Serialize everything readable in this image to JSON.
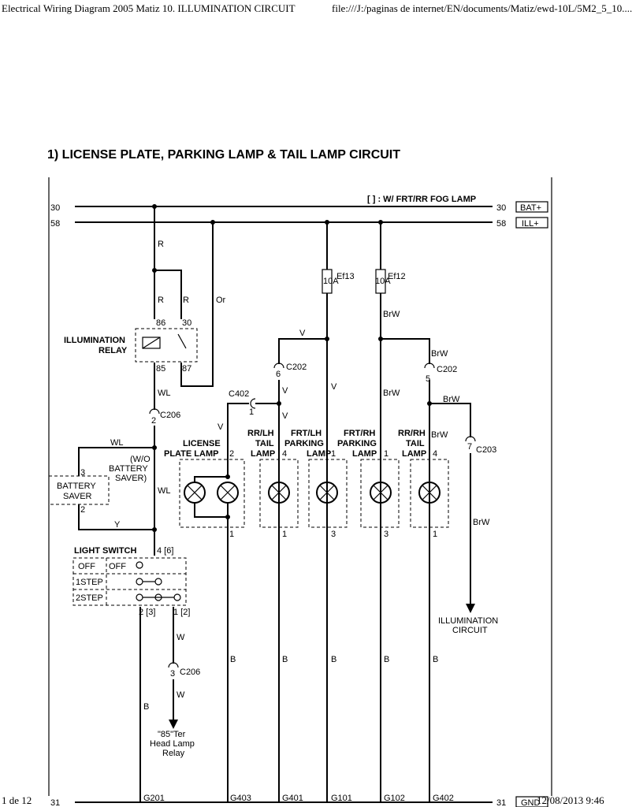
{
  "header": {
    "left": "Electrical Wiring Diagram 2005 Matiz 10. ILLUMINATION CIRCUIT",
    "right": "file:///J:/paginas de internet/EN/documents/Matiz/ewd-10L/5M2_5_10...."
  },
  "footer": {
    "page": "1 de 12",
    "datetime": "12/08/2013 9:46"
  },
  "title": "1) LICENSE PLATE, PARKING LAMP & TAIL LAMP CIRCUIT",
  "diagram": {
    "note": "[ ] : W/ FRT/RR FOG LAMP",
    "bus_labels": {
      "b30": "30",
      "b58": "58",
      "b31": "31"
    },
    "bus_tags": {
      "bat": "BAT+",
      "ill": "ILL+",
      "gnd": "GND"
    },
    "wires": {
      "R": "R",
      "Or": "Or",
      "WL": "WL",
      "Y": "Y",
      "V": "V",
      "BrW": "BrW",
      "B": "B",
      "W": "W"
    },
    "fuses": [
      {
        "name": "Ef13",
        "rating": "10A"
      },
      {
        "name": "Ef12",
        "rating": "10A"
      }
    ],
    "relay": {
      "label_line1": "ILLUMINATION",
      "label_line2": "RELAY",
      "pins": [
        "86",
        "30",
        "85",
        "87"
      ]
    },
    "connectors": {
      "c202": "C202",
      "c402": "C402",
      "c206": "C206",
      "c203": "C203"
    },
    "pin_numbers": {
      "p1": "1",
      "p2": "2",
      "p3": "3",
      "p4": "4",
      "p5": "5",
      "p6": "6",
      "p7": "7"
    },
    "battery_saver": {
      "line1": "BATTERY",
      "line2": "SAVER",
      "note1": "(W/O",
      "note2": "BATTERY",
      "note3": "SAVER)"
    },
    "lamps": [
      {
        "line1": "LICENSE",
        "line2": "PLATE LAMP"
      },
      {
        "line1": "RR/LH",
        "line2": "TAIL",
        "line3": "LAMP"
      },
      {
        "line1": "FRT/LH",
        "line2": "PARKING",
        "line3": "LAMP"
      },
      {
        "line1": "FRT/RH",
        "line2": "PARKING",
        "line3": "LAMP"
      },
      {
        "line1": "RR/RH",
        "line2": "TAIL",
        "line3": "LAMP"
      }
    ],
    "light_switch": {
      "label": "LIGHT SWITCH",
      "rows": [
        "OFF",
        "1STEP",
        "2STEP"
      ],
      "pin_top": "4 [6]",
      "pin_b1": "2 [3]",
      "pin_b2": "1 [2]"
    },
    "destinations": {
      "illum_line1": "ILLUMINATION",
      "illum_line2": "CIRCUIT",
      "relay_line1": "\"85\"Ter",
      "relay_line2": "Head Lamp",
      "relay_line3": "Relay"
    },
    "grounds": [
      "G201",
      "G403",
      "G401",
      "G101",
      "G102",
      "G402"
    ]
  }
}
